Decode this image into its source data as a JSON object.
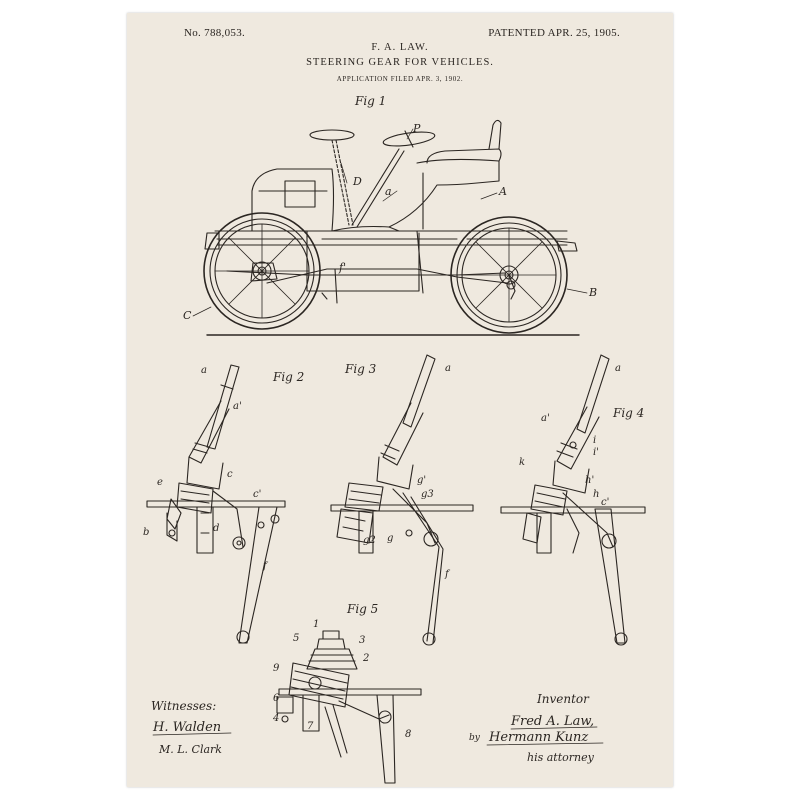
{
  "patent": {
    "number": "No. 788,053.",
    "date": "PATENTED APR. 25, 1905.",
    "inventor": "F. A. LAW.",
    "title": "STEERING GEAR FOR VEHICLES.",
    "filed": "APPLICATION FILED APR. 3, 1902."
  },
  "figures": {
    "fig1": "Fig 1",
    "fig2": "Fig 2",
    "fig3": "Fig 3",
    "fig4": "Fig 4",
    "fig5": "Fig 5"
  },
  "refs": {
    "P": "P",
    "D": "D",
    "a": "a",
    "A": "A",
    "f_prime": "f'",
    "B": "B",
    "C": "C",
    "a_prime": "a'",
    "c": "c",
    "c_prime": "c'",
    "e": "e",
    "b": "b",
    "d": "d",
    "f": "f",
    "g_prime": "g'",
    "g3": "g3",
    "g2": "g2",
    "g": "g",
    "k": "k",
    "i": "i",
    "i_prime": "i'",
    "h_prime": "h'",
    "h": "h",
    "n1": "1",
    "n2": "2",
    "n3": "3",
    "n4": "4",
    "n5": "5",
    "n6": "6",
    "n7": "7",
    "n8": "8",
    "n9": "9"
  },
  "signatures": {
    "witnesses_label": "Witnesses:",
    "witness1": "H. Walden",
    "witness2": "M. L. Clark",
    "inventor_label": "Inventor",
    "inventor_sig": "Fred A. Law,",
    "by": "by",
    "attorney_sig": "Hermann Kunz",
    "attorney_label": "his attorney"
  },
  "colors": {
    "paper": "#efe9df",
    "ink": "#2b2622",
    "background": "#ffffff"
  }
}
